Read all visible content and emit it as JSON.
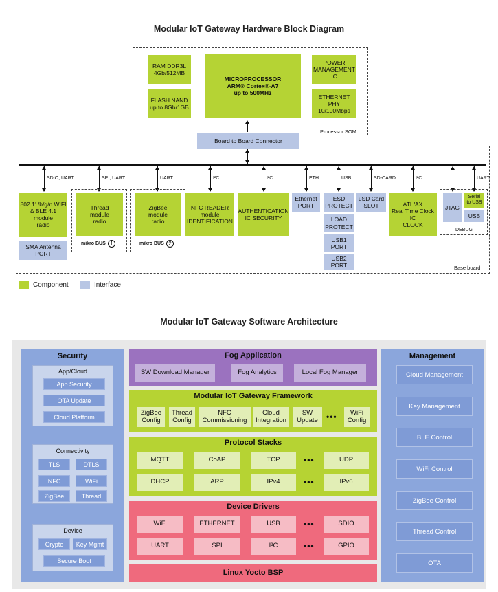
{
  "hw": {
    "title": "Modular IoT Gateway Hardware Block Diagram",
    "som": {
      "ram": "RAM DDR3L\n4Gb/512MB",
      "flash": "FLASH NAND\nup to 8Gb/1GB",
      "mpu": "MICROPROCESSOR\nARM® Cortex®-A7\nup to 500MHz",
      "power": "POWER\nMANAGEMENT\nIC",
      "eth_phy": "ETHERNET\nPHY\n10/100Mbps",
      "label": "Processor SOM",
      "connector": "Board to Board Connector"
    },
    "bus_labels": [
      "SDIO, UART",
      "SPI, UART",
      "UART",
      "I²C",
      "I²C",
      "ETH",
      "USB",
      "SD-CARD",
      "I²C",
      "",
      "UART"
    ],
    "base": {
      "wifi": "802.11/b/g/n WIFI\n& BLE 4.1\nmodule\nradio",
      "sma": "SMA Antenna\nPORT",
      "thread": "Thread\nmodule\nradio",
      "zigbee": "ZigBee\nmodule\nradio",
      "nfc": "NFC READER\nmodule\nIDENTIFICATION",
      "auth": "AUTHENTICATION\nIC  SECURITY",
      "eth_port": "Ethernet\nPORT",
      "esd": "ESD\nPROTECT",
      "load": "LOAD\nPROTECT",
      "usb1": "USB1\nPORT",
      "usb2": "USB2\nPORT",
      "usd": "uSD Card\nSLOT",
      "rtc": "ATL/AX\nReal Time Clock\nIC\nCLOCK",
      "jtag": "JTAG",
      "serial": "Serial\nto USB",
      "usb": "USB",
      "debug": "DEBUG",
      "label": "Base board",
      "mikro1": "mikro BUS",
      "mikro2": "mikro BUS",
      "num1": "1",
      "num2": "2"
    },
    "legend": {
      "component": "Component",
      "interface": "Interface"
    },
    "colors": {
      "component": "#b5d334",
      "interface": "#b8c6e4"
    }
  },
  "sw": {
    "title": "Modular IoT Gateway Software Architecture",
    "security": {
      "title": "Security",
      "appcloud": {
        "title": "App/Cloud",
        "items": [
          "App Security",
          "OTA Update",
          "Cloud Platform"
        ]
      },
      "connectivity": {
        "title": "Connectivity",
        "items": [
          "TLS",
          "DTLS",
          "NFC",
          "WiFi",
          "ZigBee",
          "Thread"
        ]
      },
      "device": {
        "title": "Device",
        "items": [
          "Crypto",
          "Key Mgmt",
          "Secure Boot"
        ]
      }
    },
    "fog": {
      "title": "Fog Application",
      "items": [
        "SW Download Manager",
        "Fog Analytics",
        "Local Fog Manager"
      ]
    },
    "framework": {
      "title": "Modular IoT Gateway Framework",
      "items": [
        "ZigBee\nConfig",
        "Thread\nConfig",
        "NFC\nCommissioning",
        "Cloud\nIntegration",
        "SW\nUpdate",
        "WiFi\nConfig"
      ],
      "dots": "•••"
    },
    "protocol": {
      "title": "Protocol Stacks",
      "row1": [
        "MQTT",
        "CoAP",
        "TCP",
        "UDP"
      ],
      "row2": [
        "DHCP",
        "ARP",
        "IPv4",
        "IPv6"
      ],
      "dots": "•••"
    },
    "drivers": {
      "title": "Device Drivers",
      "row1": [
        "WiFi",
        "ETHERNET",
        "USB",
        "SDIO"
      ],
      "row2": [
        "UART",
        "SPI",
        "I²C",
        "GPIO"
      ],
      "dots": "•••"
    },
    "bsp": {
      "title": "Linux Yocto BSP"
    },
    "management": {
      "title": "Management",
      "items": [
        "Cloud Management",
        "Key Management",
        "BLE Control",
        "WiFi Control",
        "ZigBee Control",
        "Thread Control",
        "OTA"
      ]
    },
    "colors": {
      "side": "#8ba6dc",
      "fog": "#9b72bf",
      "green": "#b6d333",
      "red": "#ef6a7d",
      "bg": "#e8e8e8"
    }
  }
}
